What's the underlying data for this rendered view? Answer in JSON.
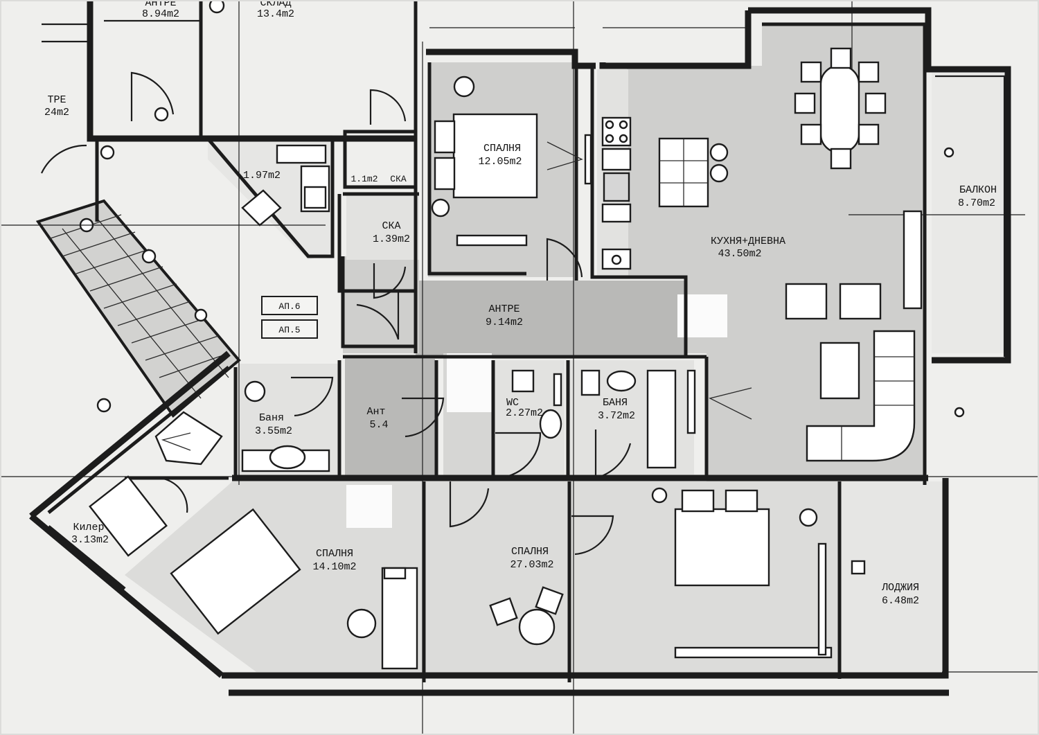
{
  "plan": {
    "rooms": [
      {
        "id": "antre-top",
        "name": "АНТРЕ",
        "area": "8.94m2"
      },
      {
        "id": "sklad-top",
        "name": "СКЛАД",
        "area": "13.4m2"
      },
      {
        "id": "antre-left",
        "name": "ТРЕ",
        "area": "24m2"
      },
      {
        "id": "room-197",
        "name": "",
        "area": "1.97m2"
      },
      {
        "id": "ska-small",
        "name": "СКА",
        "area": "1.1m2"
      },
      {
        "id": "ska",
        "name": "СКА",
        "area": "1.39m2"
      },
      {
        "id": "spalnia-1",
        "name": "СПАЛНЯ",
        "area": "12.05m2"
      },
      {
        "id": "kuhnia",
        "name": "КУХНЯ+ДНЕВНА",
        "area": "43.50m2"
      },
      {
        "id": "balkon",
        "name": "БАЛКОН",
        "area": "8.70m2"
      },
      {
        "id": "antre",
        "name": "АНТРЕ",
        "area": "9.14m2"
      },
      {
        "id": "vania-1",
        "name": "Баня",
        "area": "3.55m2"
      },
      {
        "id": "antre-2",
        "name": "Ант",
        "area": "5.4"
      },
      {
        "id": "wc",
        "name": "WC",
        "area": "2.27m2"
      },
      {
        "id": "vania-2",
        "name": "БАНЯ",
        "area": "3.72m2"
      },
      {
        "id": "kiler",
        "name": "Килер",
        "area": "3.13m2"
      },
      {
        "id": "spalnia-2",
        "name": "СПАЛНЯ",
        "area": "14.10m2"
      },
      {
        "id": "spalnia-3",
        "name": "СПАЛНЯ",
        "area": "27.03m2"
      },
      {
        "id": "lodzhia",
        "name": "ЛОДЖИЯ",
        "area": "6.48m2"
      }
    ],
    "apartment_tags": [
      "АП.6",
      "АП.5"
    ],
    "colors": {
      "paper": "#efefed",
      "room_light": "#e2e2e0",
      "room_mid": "#cfcfcd",
      "room_dark": "#b9b9b7",
      "ink": "#1c1c1c"
    }
  }
}
